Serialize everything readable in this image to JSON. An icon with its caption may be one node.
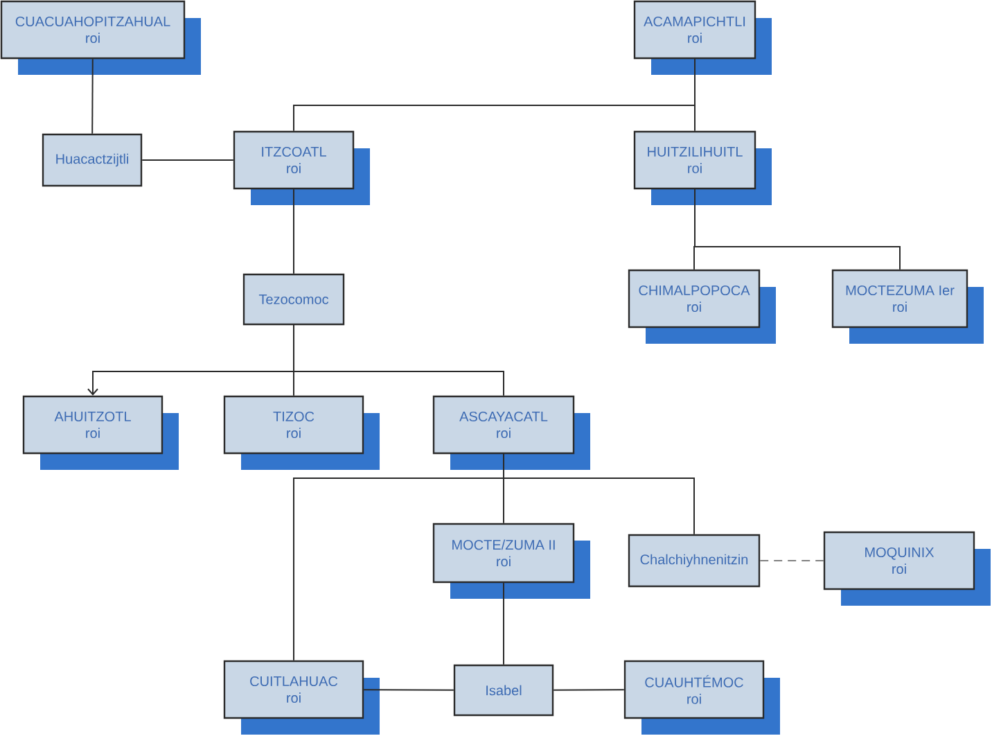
{
  "diagram": {
    "nodes": [
      {
        "text": [
          "CUACUAHOPITZAHUAL",
          "roi"
        ]
      },
      {
        "text": [
          "ACAMAPICHTLI",
          "roi"
        ]
      },
      {
        "text": [
          "Huacactzijtli"
        ]
      },
      {
        "text": [
          "ITZCOATL",
          "roi"
        ]
      },
      {
        "text": [
          "HUITZILIHUITL",
          "roi"
        ]
      },
      {
        "text": [
          "Tezocomoc"
        ]
      },
      {
        "text": [
          "CHIMALPOPOCA",
          "roi"
        ]
      },
      {
        "text": [
          "MOCTEZUMA Ier",
          "roi"
        ]
      },
      {
        "text": [
          "AHUITZOTL",
          "roi"
        ]
      },
      {
        "text": [
          "TIZOC",
          "roi"
        ]
      },
      {
        "text": [
          "ASCAYACATL",
          "roi"
        ]
      },
      {
        "text": [
          "MOCTE/ZUMA II",
          "roi"
        ]
      },
      {
        "text": [
          "Chalchiyhnenitzin"
        ]
      },
      {
        "text": [
          "MOQUINIX",
          "roi"
        ]
      },
      {
        "text": [
          "CUITLAHUAC",
          "roi"
        ]
      },
      {
        "text": [
          "Isabel"
        ]
      },
      {
        "text": [
          "CUAUHTÉMOC",
          "roi"
        ]
      }
    ],
    "edges": [
      {
        "from": 0,
        "to": 2,
        "arrow": "none"
      },
      {
        "from": 2,
        "to": 3,
        "arrow": "none"
      },
      {
        "from": 1,
        "to": 3,
        "arrow": "none"
      },
      {
        "from": 1,
        "to": 4,
        "arrow": "none"
      },
      {
        "from": 3,
        "to": 5,
        "arrow": "none"
      },
      {
        "from": 4,
        "to": 6,
        "arrow": "none"
      },
      {
        "from": 4,
        "to": 7,
        "arrow": "none"
      },
      {
        "from": 5,
        "to": 8,
        "arrow": "to"
      },
      {
        "from": 5,
        "to": 9,
        "arrow": "none"
      },
      {
        "from": 5,
        "to": 10,
        "arrow": "none"
      },
      {
        "from": 10,
        "to": 11,
        "arrow": "none"
      },
      {
        "from": 10,
        "to": 12,
        "arrow": "none"
      },
      {
        "from": 10,
        "to": 14,
        "arrow": "none"
      },
      {
        "from": 12,
        "to": 13,
        "arrow": "none",
        "style": "dashed",
        "color": "#808080"
      },
      {
        "from": 11,
        "to": 15,
        "arrow": "none"
      },
      {
        "from": 14,
        "to": 15,
        "arrow": "none"
      },
      {
        "from": 15,
        "to": 16,
        "arrow": "none"
      }
    ]
  }
}
